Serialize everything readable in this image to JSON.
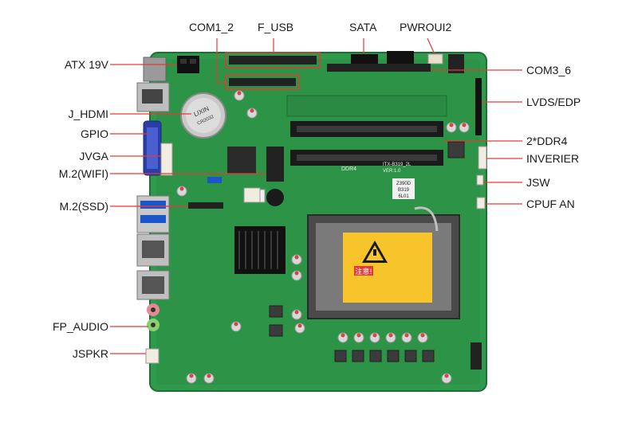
{
  "labels": {
    "com1_2": "COM1_2",
    "f_usb": "F_USB",
    "sata": "SATA",
    "pwroui2": "PWROUI2",
    "atx19v": "ATX 19V",
    "com3_6": "COM3_6",
    "j_hdmi": "J_HDMI",
    "lvds_edp": "LVDS/EDP",
    "gpio": "GPIO",
    "ddr4": "2*DDR4",
    "jvga": "JVGA",
    "inverier": "INVERIER",
    "m2_wifi": "M.2(WIFI)",
    "jsw": "JSW",
    "m2_ssd": "M.2(SSD)",
    "cpufan": "CPUF AN",
    "fp_audio": "FP_AUDIO",
    "jspkr": "JSPKR"
  },
  "board_text": {
    "battery_brand": "LIXIN",
    "battery_model": "CR2032",
    "board_model": "ITX-B319_2L",
    "board_ver": "VER:1.0",
    "dimm_label": "DDR4",
    "chip_code": "Z390D",
    "chip_sub": "B319",
    "chip_rev": "6L01",
    "socket_warning": "注意!"
  },
  "colors": {
    "pcb": "#2f9a4b",
    "pcb_dark": "#237c3a",
    "line": "#e53935",
    "socket_yellow": "#f7c52b"
  }
}
